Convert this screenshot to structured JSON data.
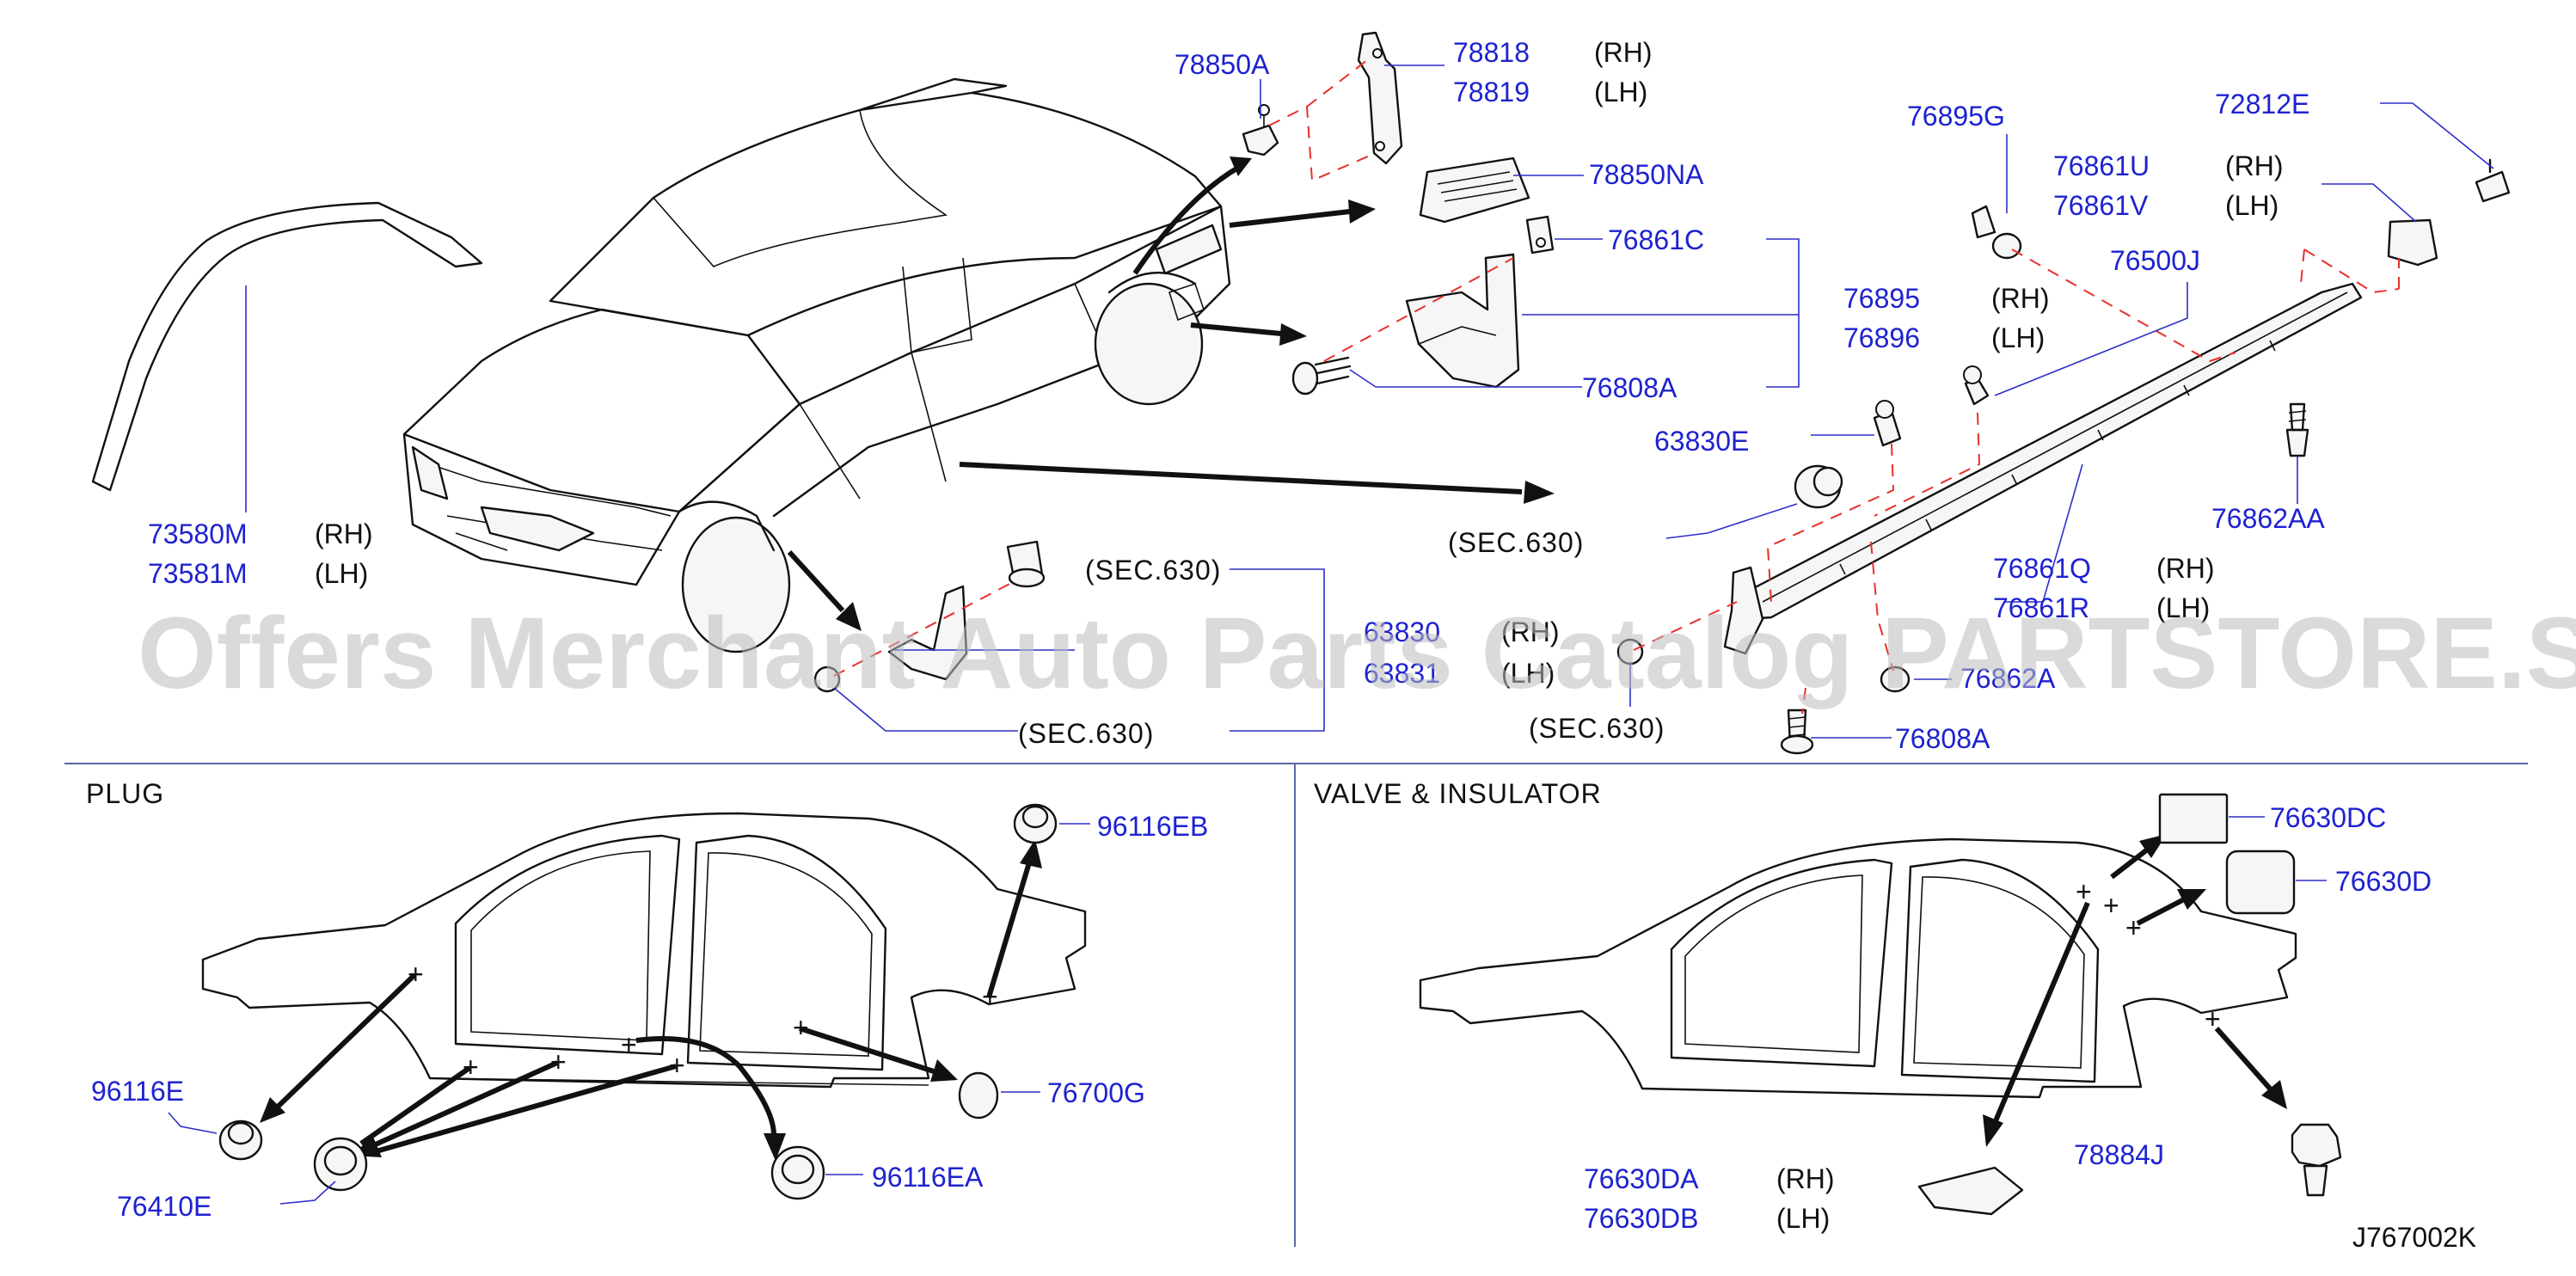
{
  "diagram": {
    "drawing_code": "J767002K",
    "watermark": "Offers Merchant Auto Parts Catalog PARTSTORE.SA",
    "sections": {
      "plug": "PLUG",
      "valve_insulator": "VALVE  &  INSULATOR"
    },
    "sec_ref": "(SEC.630)",
    "side": {
      "rh": "(RH)",
      "lh": "(LH)"
    },
    "parts": {
      "p73580M": "73580M",
      "p73581M": "73581M",
      "p78850A": "78850A",
      "p78818": "78818",
      "p78819": "78819",
      "p78850NA": "78850NA",
      "p76861C": "76861C",
      "p76895": "76895",
      "p76896": "76896",
      "p76808A_top": "76808A",
      "p76895G": "76895G",
      "p72812E": "72812E",
      "p76861U": "76861U",
      "p76861V": "76861V",
      "p76500J": "76500J",
      "p63830E": "63830E",
      "p76862AA": "76862AA",
      "p76861Q": "76861Q",
      "p76861R": "76861R",
      "p63830": "63830",
      "p63831": "63831",
      "p76862A": "76862A",
      "p76808A_bottom": "76808A",
      "p96116EB": "96116EB",
      "p96116E": "96116E",
      "p76700G": "76700G",
      "p76410E": "76410E",
      "p96116EA": "96116EA",
      "p76630DC": "76630DC",
      "p76630D": "76630D",
      "p78884J": "78884J",
      "p76630DA": "76630DA",
      "p76630DB": "76630DB"
    }
  }
}
